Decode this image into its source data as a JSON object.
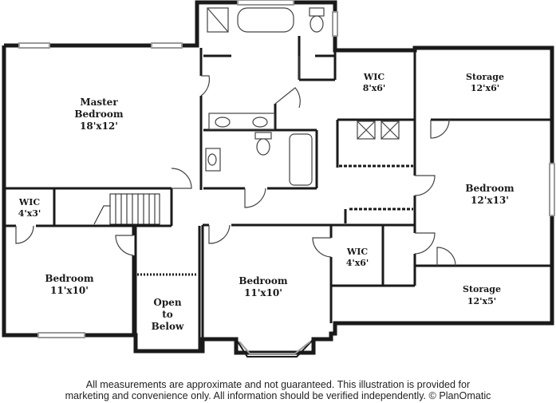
{
  "rooms": {
    "master": {
      "name_1": "Master",
      "name_2": "Bedroom",
      "dims": "18'x12'"
    },
    "wic_master": {
      "name": "WIC",
      "dims": "4'x3'"
    },
    "wic_top": {
      "name": "WIC",
      "dims": "8'x6'"
    },
    "storage_top": {
      "name": "Storage",
      "dims": "12'x6'"
    },
    "bedroom_right": {
      "name": "Bedroom",
      "dims": "12'x13'"
    },
    "bedroom_left": {
      "name": "Bedroom",
      "dims": "11'x10'"
    },
    "open_below": {
      "line_1": "Open",
      "line_2": "to",
      "line_3": "Below"
    },
    "bedroom_center": {
      "name": "Bedroom",
      "dims": "11'x10'"
    },
    "wic_small": {
      "name": "WIC",
      "dims": "4'x6'"
    },
    "storage_bottom": {
      "name": "Storage",
      "dims": "12'x5'"
    }
  },
  "footer": {
    "line_1": "All measurements are approximate and not guaranteed. This illustration is provided for",
    "line_2": "marketing and convenience only. All information should be verified independently. © PlanOmatic"
  },
  "colors": {
    "wall": "#1a1a1a",
    "fixture": "#444444",
    "window": "#9a9a9a"
  }
}
